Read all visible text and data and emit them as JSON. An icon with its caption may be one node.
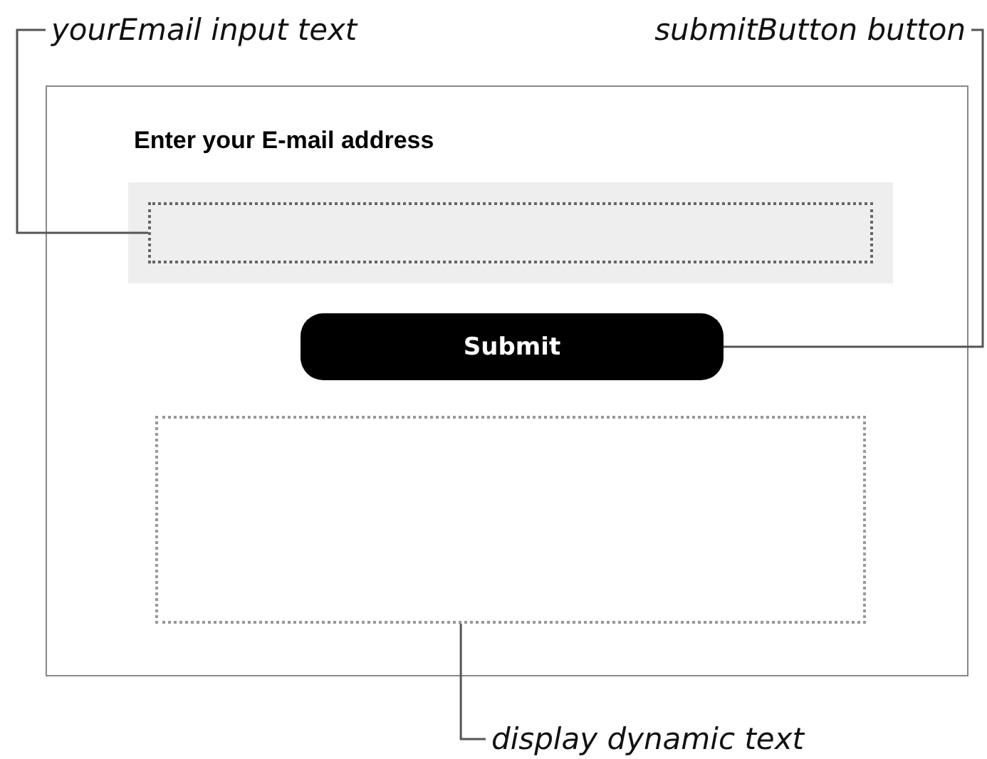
{
  "diagram": {
    "nodes": [
      {
        "text": [],
        "shape": "box"
      },
      {
        "text": [],
        "shape": "box",
        "in": 0
      },
      {
        "text": [
          "Submit"
        ],
        "in": 0
      },
      {
        "text": [],
        "shape": "box",
        "in": 0
      },
      {
        "text": [
          "yourEmail input text"
        ]
      },
      {
        "text": [
          "submitButton button"
        ]
      },
      {
        "text": [
          "display dynamic text"
        ]
      }
    ],
    "edges": [
      {
        "from": 4,
        "to": 1,
        "arrow": "none"
      },
      {
        "from": 5,
        "to": 2,
        "arrow": "none"
      },
      {
        "from": 6,
        "to": 3,
        "arrow": "none"
      }
    ],
    "labels": [
      "Enter your E-mail address"
    ]
  }
}
